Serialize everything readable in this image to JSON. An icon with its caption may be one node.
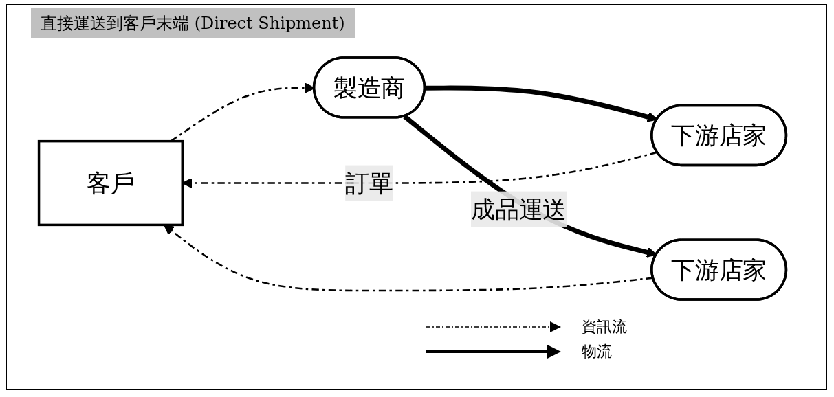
{
  "diagram": {
    "title": "直接運送到客戶末端 (Direct Shipment)",
    "nodes": [
      {
        "text": [
          "客戶"
        ]
      },
      {
        "text": [
          "下游店家"
        ]
      },
      {
        "text": [
          "下游店家"
        ]
      },
      {
        "text": [
          "製造商"
        ]
      }
    ],
    "edges": [
      {
        "from": 1,
        "to": 0,
        "arrow": "to",
        "label": "訂單",
        "style": "dashed"
      },
      {
        "from": 2,
        "to": 0,
        "arrow": "to",
        "style": "dashed"
      },
      {
        "from": 0,
        "to": 3,
        "arrow": "to",
        "style": "dashed"
      },
      {
        "from": 3,
        "to": 1,
        "arrow": "to",
        "style": "thick"
      },
      {
        "from": 3,
        "to": 2,
        "arrow": "to",
        "label": "成品運送",
        "style": "thick"
      }
    ],
    "legend": [
      {
        "text": "資訊流"
      },
      {
        "text": "物流"
      }
    ]
  }
}
